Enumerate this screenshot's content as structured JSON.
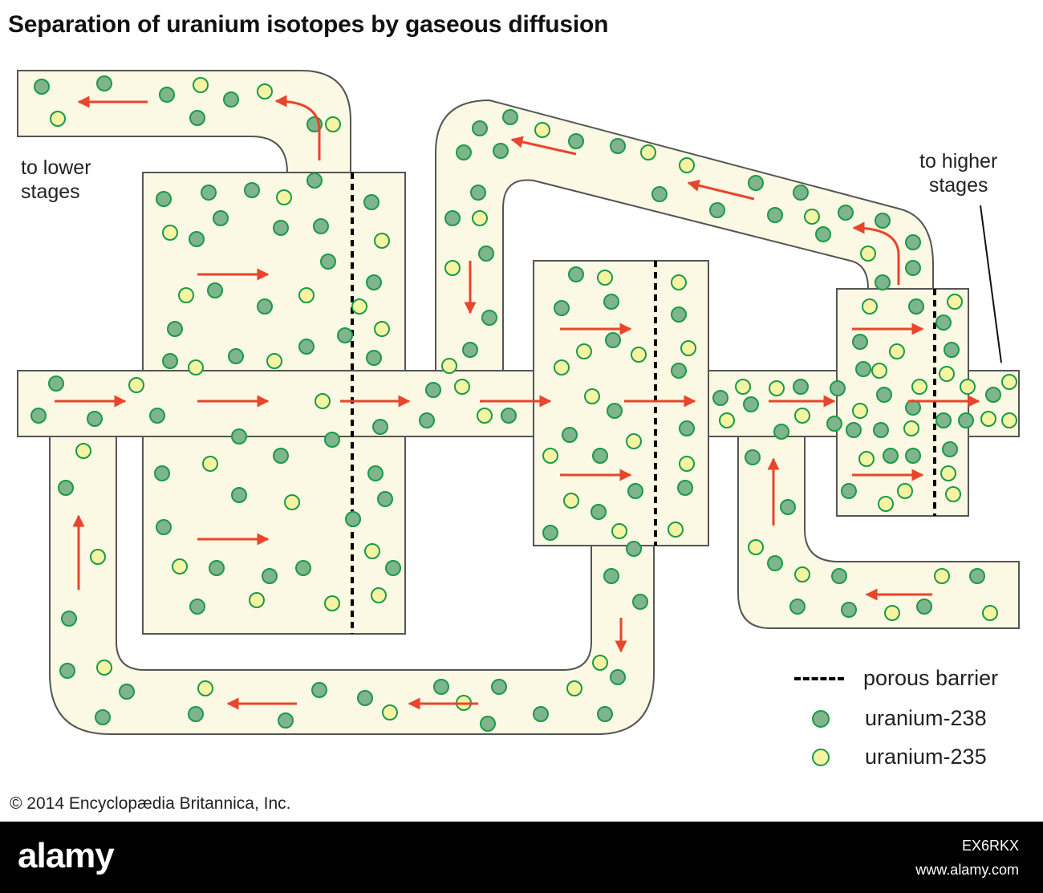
{
  "title": "Separation of uranium isotopes by gaseous diffusion",
  "labels": {
    "to_lower": "to lower\nstages",
    "to_higher": "to higher\nstages"
  },
  "legend": {
    "barrier": "porous barrier",
    "u238": "uranium-238",
    "u235": "uranium-235"
  },
  "colors": {
    "pipe_fill": "#fbf8e3",
    "pipe_outline": "#555555",
    "u238": "#7fb58d",
    "u235": "#f6f4a3",
    "particle_outline": "#1b9a47",
    "flow_arrow": "#e8452c",
    "barrier": "#000000"
  },
  "copyright": "© 2014 Encyclopædia Britannica, Inc.",
  "watermark": {
    "logo": "alamy",
    "image_id": "EX6RKX",
    "site": "www.alamy.com"
  }
}
